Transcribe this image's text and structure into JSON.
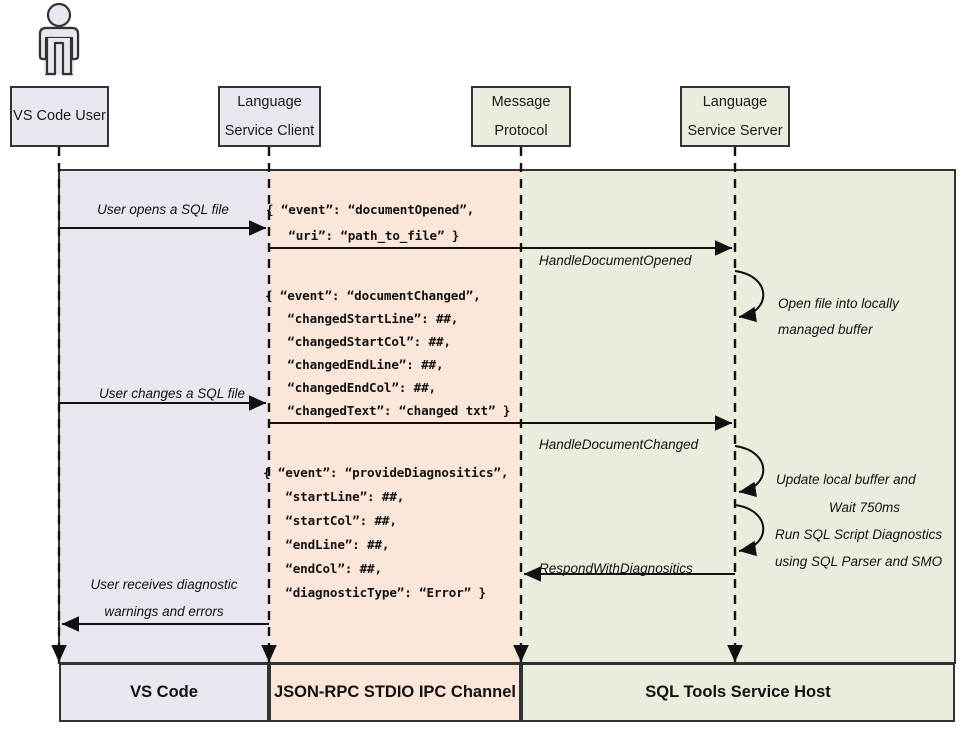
{
  "diagram": {
    "title": "VS Code SQL Tools Language Service sequence",
    "colors": {
      "lavender": "#EAE6EF",
      "orange": "#FBE6DA",
      "green": "#E8EEDD",
      "stroke": "#333333",
      "text": "#111111"
    },
    "actor_icon": "person-icon"
  },
  "lifelines": [
    {
      "id": "vscode-user",
      "line1": "VS Code User",
      "line2": ""
    },
    {
      "id": "language-client",
      "line1": "Language",
      "line2": "Service Client"
    },
    {
      "id": "message-protocol",
      "line1": "Message",
      "line2": "Protocol"
    },
    {
      "id": "language-server",
      "line1": "Language",
      "line2": "Service Server"
    }
  ],
  "messages": [
    {
      "id": "user-opens-file",
      "label": "User opens a SQL file"
    },
    {
      "id": "handle-document-opened",
      "label": "HandleDocumentOpened"
    },
    {
      "id": "user-changes-file",
      "label": "User changes a SQL file"
    },
    {
      "id": "handle-document-changed",
      "label": "HandleDocumentChanged"
    },
    {
      "id": "respond-with-diagnositics",
      "label": "RespondWithDiagnositics"
    },
    {
      "id": "user-receives-diagnostics",
      "label_line1": "User receives diagnostic",
      "label_line2": "warnings and errors"
    }
  ],
  "self_notes": [
    {
      "id": "open-file-buffer",
      "line1": "Open file into locally",
      "line2": "managed buffer"
    },
    {
      "id": "update-buffer-wait",
      "line1": "Update local buffer and",
      "line2": "Wait 750ms"
    },
    {
      "id": "run-diagnostics",
      "line1": "Run SQL Script Diagnostics",
      "line2": "using SQL Parser and SMO"
    }
  ],
  "json_payloads": [
    {
      "id": "document-opened-payload",
      "lines": [
        "{ “event”: “documentOpened”,",
        "   “uri”: “path_to_file” }"
      ]
    },
    {
      "id": "document-changed-payload",
      "lines": [
        "{ “event”: “documentChanged”,",
        "   “changedStartLine”: ##,",
        "   “changedStartCol”: ##,",
        "   “changedEndLine”: ##,",
        "   “changedEndCol”: ##,",
        "   “changedText”: “changed txt” }"
      ]
    },
    {
      "id": "provide-diagnositics-payload",
      "lines": [
        "{ “event”: “provideDiagnositics”,",
        "   “startLine”: ##,",
        "   “startCol”: ##,",
        "   “endLine”: ##,",
        "   “endCol”: ##,",
        "   “diagnosticType”: “Error” }"
      ]
    }
  ],
  "legend": [
    {
      "id": "legend-vs-code",
      "label": "VS Code"
    },
    {
      "id": "legend-ipc",
      "label": "JSON-RPC STDIO IPC Channel"
    },
    {
      "id": "legend-sql-host",
      "label": "SQL Tools Service Host"
    }
  ]
}
